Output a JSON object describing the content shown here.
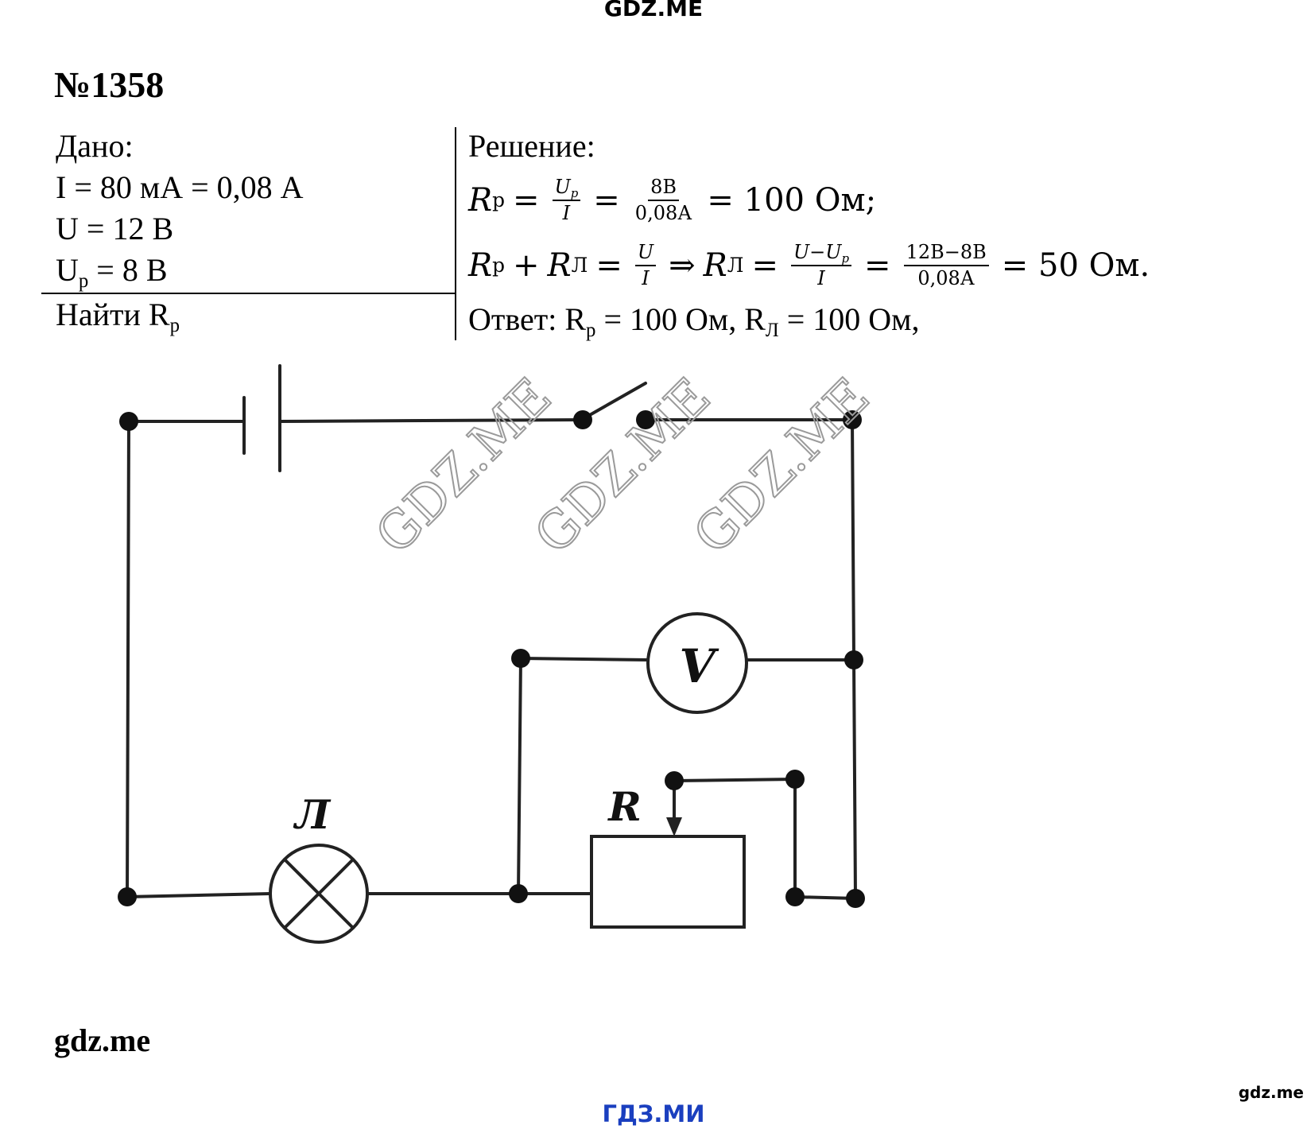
{
  "header": {
    "site": "GDZ.ME"
  },
  "problem": {
    "number": "№1358"
  },
  "given": {
    "title": "Дано:",
    "lines": [
      "I = 80 мА = 0,08 А",
      "U = 12 В"
    ],
    "up_symbol": "U",
    "up_sub": "р",
    "up_value": "= 8 В",
    "find_label": "Найти R",
    "find_sub": "р"
  },
  "solution": {
    "title": "Решение:",
    "f1": {
      "lhs": "R",
      "lhs_sub": "р",
      "eq": "=",
      "frac1_num": "U",
      "frac1_num_sub": "р",
      "frac1_den": "I",
      "frac2_num": "8В",
      "frac2_den": "0,08А",
      "result": "= 100 Ом;"
    },
    "f2": {
      "a": "R",
      "a_sub": "р",
      "plus": "+",
      "b": "R",
      "b_sub": "Л",
      "eq": "=",
      "frac1_num": "U",
      "frac1_den": "I",
      "implies": "⇒",
      "c": "R",
      "c_sub": "Л",
      "frac2_num": "U−U",
      "frac2_num_sub": "р",
      "frac2_den": "I",
      "frac3_num": "12В−8В",
      "frac3_den": "0,08А",
      "result": "= 50 Ом."
    },
    "answer": {
      "prefix": "Ответ: R",
      "sub1": "р",
      "mid": " = 100 Ом, R",
      "sub2": "Л",
      "end": " = 100 Ом,"
    }
  },
  "circuit": {
    "lamp_label": "Л",
    "rheostat_label": "R",
    "voltmeter_label": "V",
    "watermark": "GDZ.ME"
  },
  "footer": {
    "site": "gdz.me",
    "site_ru": "ГДЗ.МИ",
    "corner": "gdz.me"
  }
}
